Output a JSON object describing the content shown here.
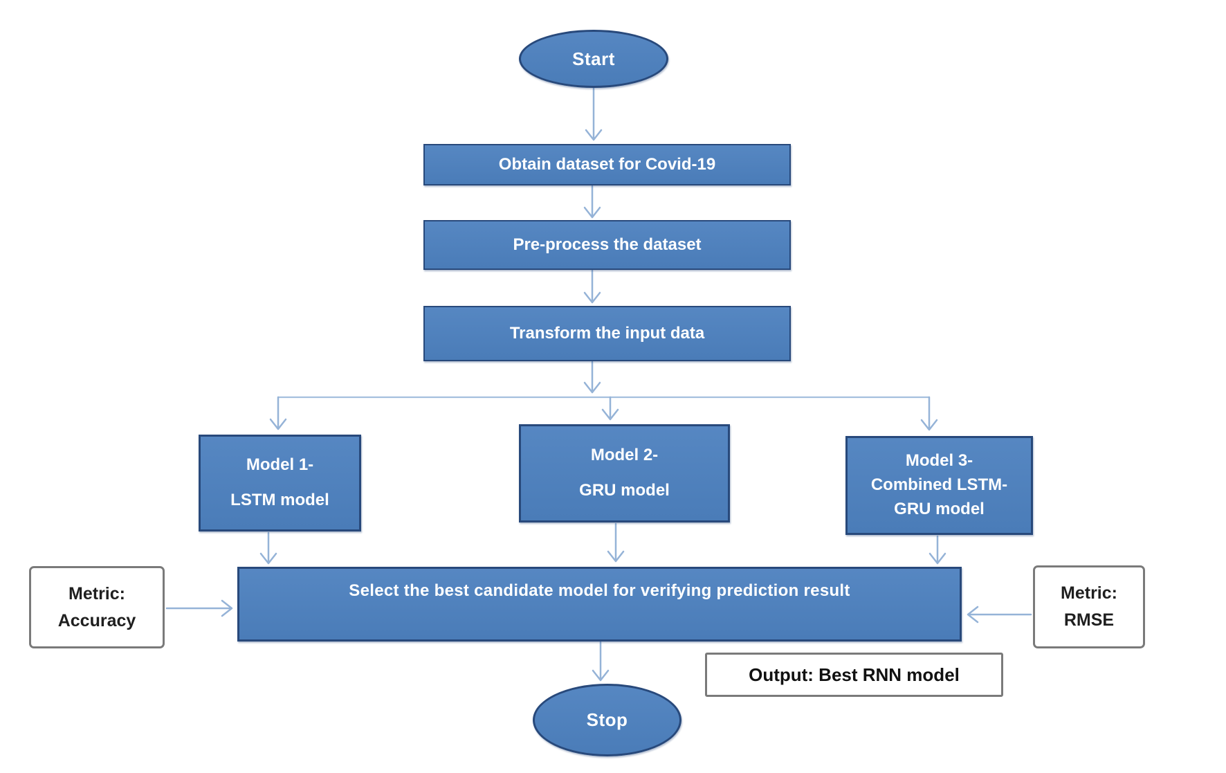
{
  "nodes": {
    "start": {
      "label": "Start"
    },
    "obtain": {
      "label": "Obtain dataset for Covid-19"
    },
    "preprocess": {
      "label": "Pre-process the dataset"
    },
    "transform": {
      "label": "Transform the input data"
    },
    "model1": {
      "line1": "Model 1-",
      "line2": "LSTM model"
    },
    "model2": {
      "line1": "Model 2-",
      "line2": "GRU model"
    },
    "model3": {
      "line1": "Model 3-",
      "line2": "Combined LSTM-",
      "line3": "GRU model"
    },
    "select": {
      "label": "Select the best candidate model for verifying prediction result"
    },
    "metric_accuracy": {
      "line1": "Metric:",
      "line2": "Accuracy"
    },
    "metric_rmse": {
      "line1": "Metric:",
      "line2": "RMSE"
    },
    "output": {
      "label": "Output: Best RNN model"
    },
    "stop": {
      "label": "Stop"
    }
  },
  "colors": {
    "node_fill": "#4f81bd",
    "node_border": "#28497b",
    "node_text": "#ffffff",
    "arrow": "#95b3d7",
    "metric_border": "#7a7a7a",
    "metric_text": "#1f1f1f",
    "background": "#ffffff"
  }
}
